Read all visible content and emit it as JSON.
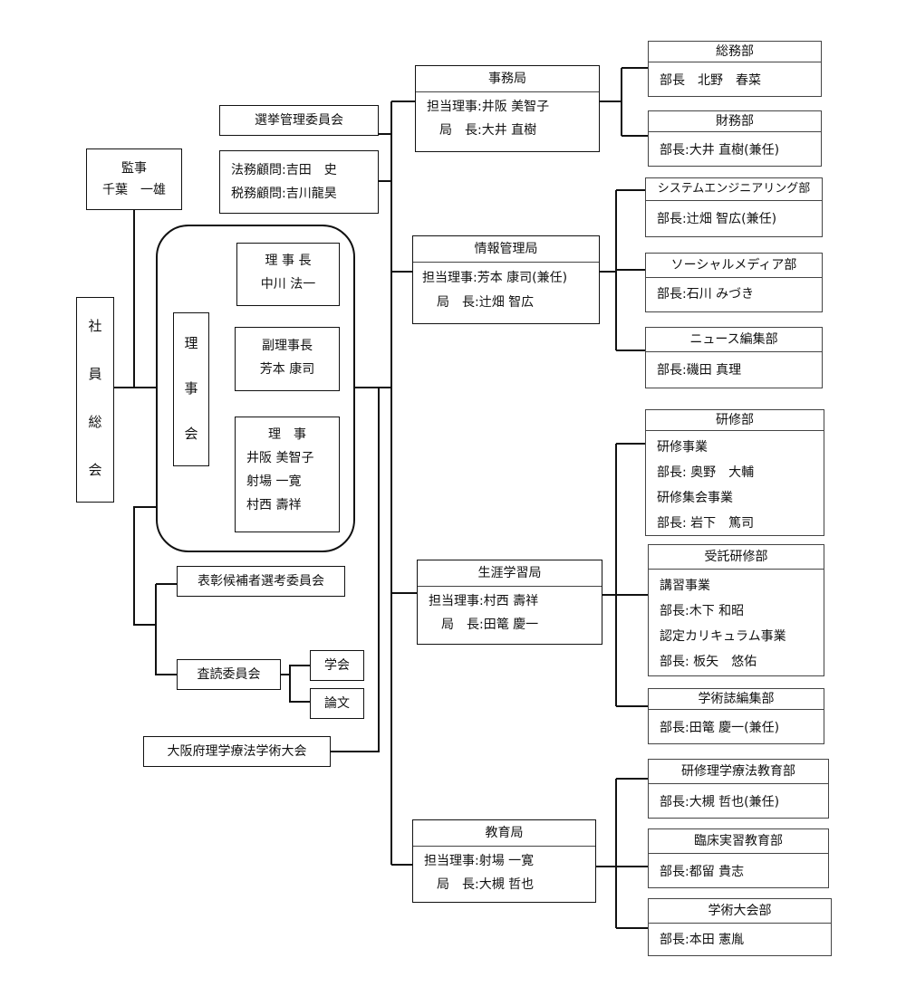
{
  "auditor": {
    "title": "監事",
    "name": "千葉　一雄"
  },
  "general_meeting": [
    "社",
    "員",
    "総",
    "会"
  ],
  "election_committee": "選挙管理委員会",
  "advisors": [
    "法務顧問:吉田　史",
    "税務顧問:吉川龍昊"
  ],
  "board": {
    "label": [
      "理",
      "事",
      "会"
    ],
    "chair": {
      "title": "理 事 長",
      "name": "中川 法一"
    },
    "vice_chair": {
      "title": "副理事長",
      "name": "芳本 康司"
    },
    "directors": {
      "title": "理　事",
      "names": [
        "井阪 美智子",
        "射場 一寛",
        "村西 壽祥"
      ]
    }
  },
  "award_committee": "表彰候補者選考委員会",
  "review_committee": {
    "label": "査読委員会",
    "children": [
      "学会",
      "論文"
    ]
  },
  "congress": "大阪府理学療法学術大会",
  "bureaus": [
    {
      "name": "事務局",
      "director": "担当理事:井阪 美智子",
      "chief": "局　長:大井 直樹",
      "departments": [
        {
          "name": "総務部",
          "lines": [
            "部長　北野　春菜"
          ]
        },
        {
          "name": "財務部",
          "lines": [
            "部長:大井 直樹(兼任)"
          ]
        }
      ]
    },
    {
      "name": "情報管理局",
      "director": "担当理事:芳本 康司(兼任)",
      "chief": "局　長:辻畑 智広",
      "departments": [
        {
          "name": "システムエンジニアリング部",
          "lines": [
            "部長:辻畑 智広(兼任)"
          ]
        },
        {
          "name": "ソーシャルメディア部",
          "lines": [
            "部長:石川 みづき"
          ]
        },
        {
          "name": "ニュース編集部",
          "lines": [
            "部長:磯田 真理"
          ]
        }
      ]
    },
    {
      "name": "生涯学習局",
      "director": "担当理事:村西 壽祥",
      "chief": "局　長:田篭 慶一",
      "departments": [
        {
          "name": "研修部",
          "lines": [
            "研修事業",
            "部長: 奥野　大輔",
            "研修集会事業",
            "部長: 岩下　篤司"
          ]
        },
        {
          "name": "受託研修部",
          "lines": [
            "講習事業",
            "部長:木下 和昭",
            "認定カリキュラム事業",
            "部長: 板矢　悠佑"
          ]
        },
        {
          "name": "学術誌編集部",
          "lines": [
            "部長:田篭 慶一(兼任)"
          ]
        }
      ]
    },
    {
      "name": "教育局",
      "director": "担当理事:射場 一寛",
      "chief": "局　長:大槻 哲也",
      "departments": [
        {
          "name": "研修理学療法教育部",
          "lines": [
            "部長:大槻 哲也(兼任)"
          ]
        },
        {
          "name": "臨床実習教育部",
          "lines": [
            "部長:都留 貴志"
          ]
        },
        {
          "name": "学術大会部",
          "lines": [
            "部長:本田 憲胤"
          ]
        }
      ]
    }
  ]
}
